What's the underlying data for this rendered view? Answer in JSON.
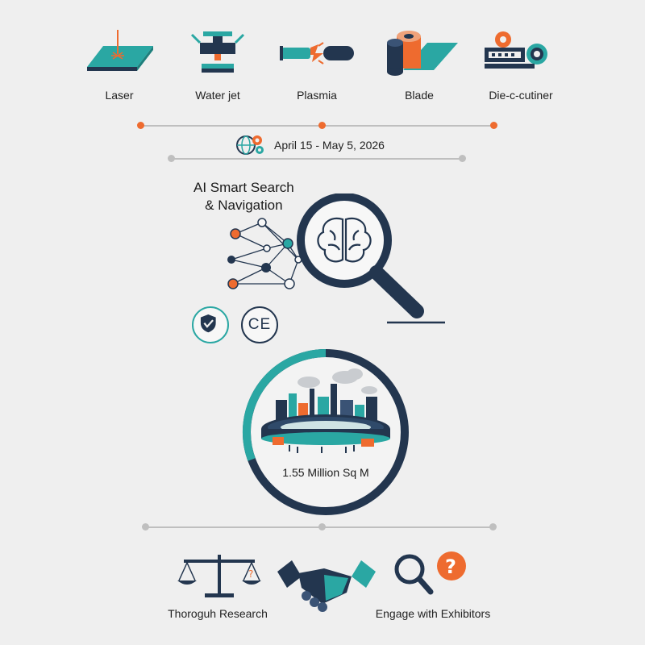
{
  "tools": [
    {
      "label": "Laser",
      "icon": "laser-cutter-icon"
    },
    {
      "label": "Water jet",
      "icon": "water-jet-icon"
    },
    {
      "label": "Plasmia",
      "icon": "plasma-torch-icon"
    },
    {
      "label": "Blade",
      "icon": "blade-roll-icon"
    },
    {
      "label": "Die-c-cutiner",
      "icon": "die-cutter-gears-icon"
    }
  ],
  "event": {
    "dates": "April 15 - May 5, 2026",
    "icon": "globe-gears-icon"
  },
  "ai": {
    "title_line1": "AI Smart Search",
    "title_line2": "& Navigation",
    "icon": "magnifier-brain-icon"
  },
  "certs": {
    "shield_icon": "shield-check-icon",
    "ce_mark": "CE"
  },
  "venue": {
    "area": "1.55 Million Sq M",
    "icon": "stadium-venue-icon"
  },
  "actions": [
    {
      "label": "Thoroguh Research",
      "icon": "scales-icon"
    },
    {
      "label": "",
      "icon": "handshake-icon"
    },
    {
      "label": "Engage with Exhibitors",
      "icon": "magnifier-question-icon"
    }
  ],
  "colors": {
    "navy": "#23364f",
    "teal": "#2aa7a3",
    "orange": "#ee6b2f",
    "grey": "#bfbfbf"
  }
}
